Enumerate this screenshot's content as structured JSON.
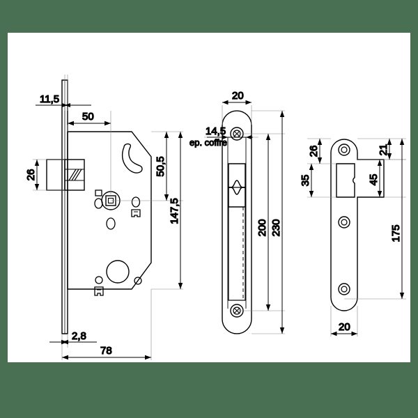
{
  "drawing": {
    "title": "Mortise lock technical drawing",
    "background_color": "#4a7053",
    "canvas_color": "#ffffff",
    "line_color": "#000000",
    "views": [
      {
        "name": "front-view",
        "label": "lock case front view"
      },
      {
        "name": "faceplate-edge-view",
        "label": "faceplate edge view"
      },
      {
        "name": "strike-plate-view",
        "label": "strike plate view"
      }
    ]
  },
  "dimensions": {
    "front": {
      "backset_offset": "11,5",
      "center_distance": "50",
      "follower_height": "26",
      "latch_to_center": "50,5",
      "total_case_height": "147,5",
      "faceplate_thickness": "2,8",
      "case_depth": "78"
    },
    "faceplate": {
      "width": "20",
      "case_thickness": "14,5",
      "case_thickness_note": "ep. coffre",
      "screw_spacing": "200",
      "overall_length": "230"
    },
    "strike": {
      "top_to_hole": "26",
      "strike_top": "35",
      "top_right": "21",
      "opening_height": "45",
      "overall_length": "175",
      "width": "20"
    }
  },
  "features": {
    "front": [
      {
        "name": "deadbolt",
        "label": "deadbolt"
      },
      {
        "name": "latch-bolt",
        "label": "latch bolt"
      },
      {
        "name": "spindle-hole",
        "label": "square spindle hole"
      },
      {
        "name": "cylinder-hole",
        "label": "cylinder hole"
      },
      {
        "name": "fixing-hole",
        "label": "fixing hole"
      }
    ],
    "faceplate": [
      {
        "name": "screw-top",
        "label": "top screw"
      },
      {
        "name": "screw-bottom",
        "label": "bottom screw"
      },
      {
        "name": "latch-opening",
        "label": "latch opening"
      }
    ],
    "strike": [
      {
        "name": "screw-top",
        "label": "top screw"
      },
      {
        "name": "screw-middle",
        "label": "middle screw"
      },
      {
        "name": "screw-bottom",
        "label": "bottom screw"
      },
      {
        "name": "strike-opening",
        "label": "strike opening"
      }
    ]
  }
}
